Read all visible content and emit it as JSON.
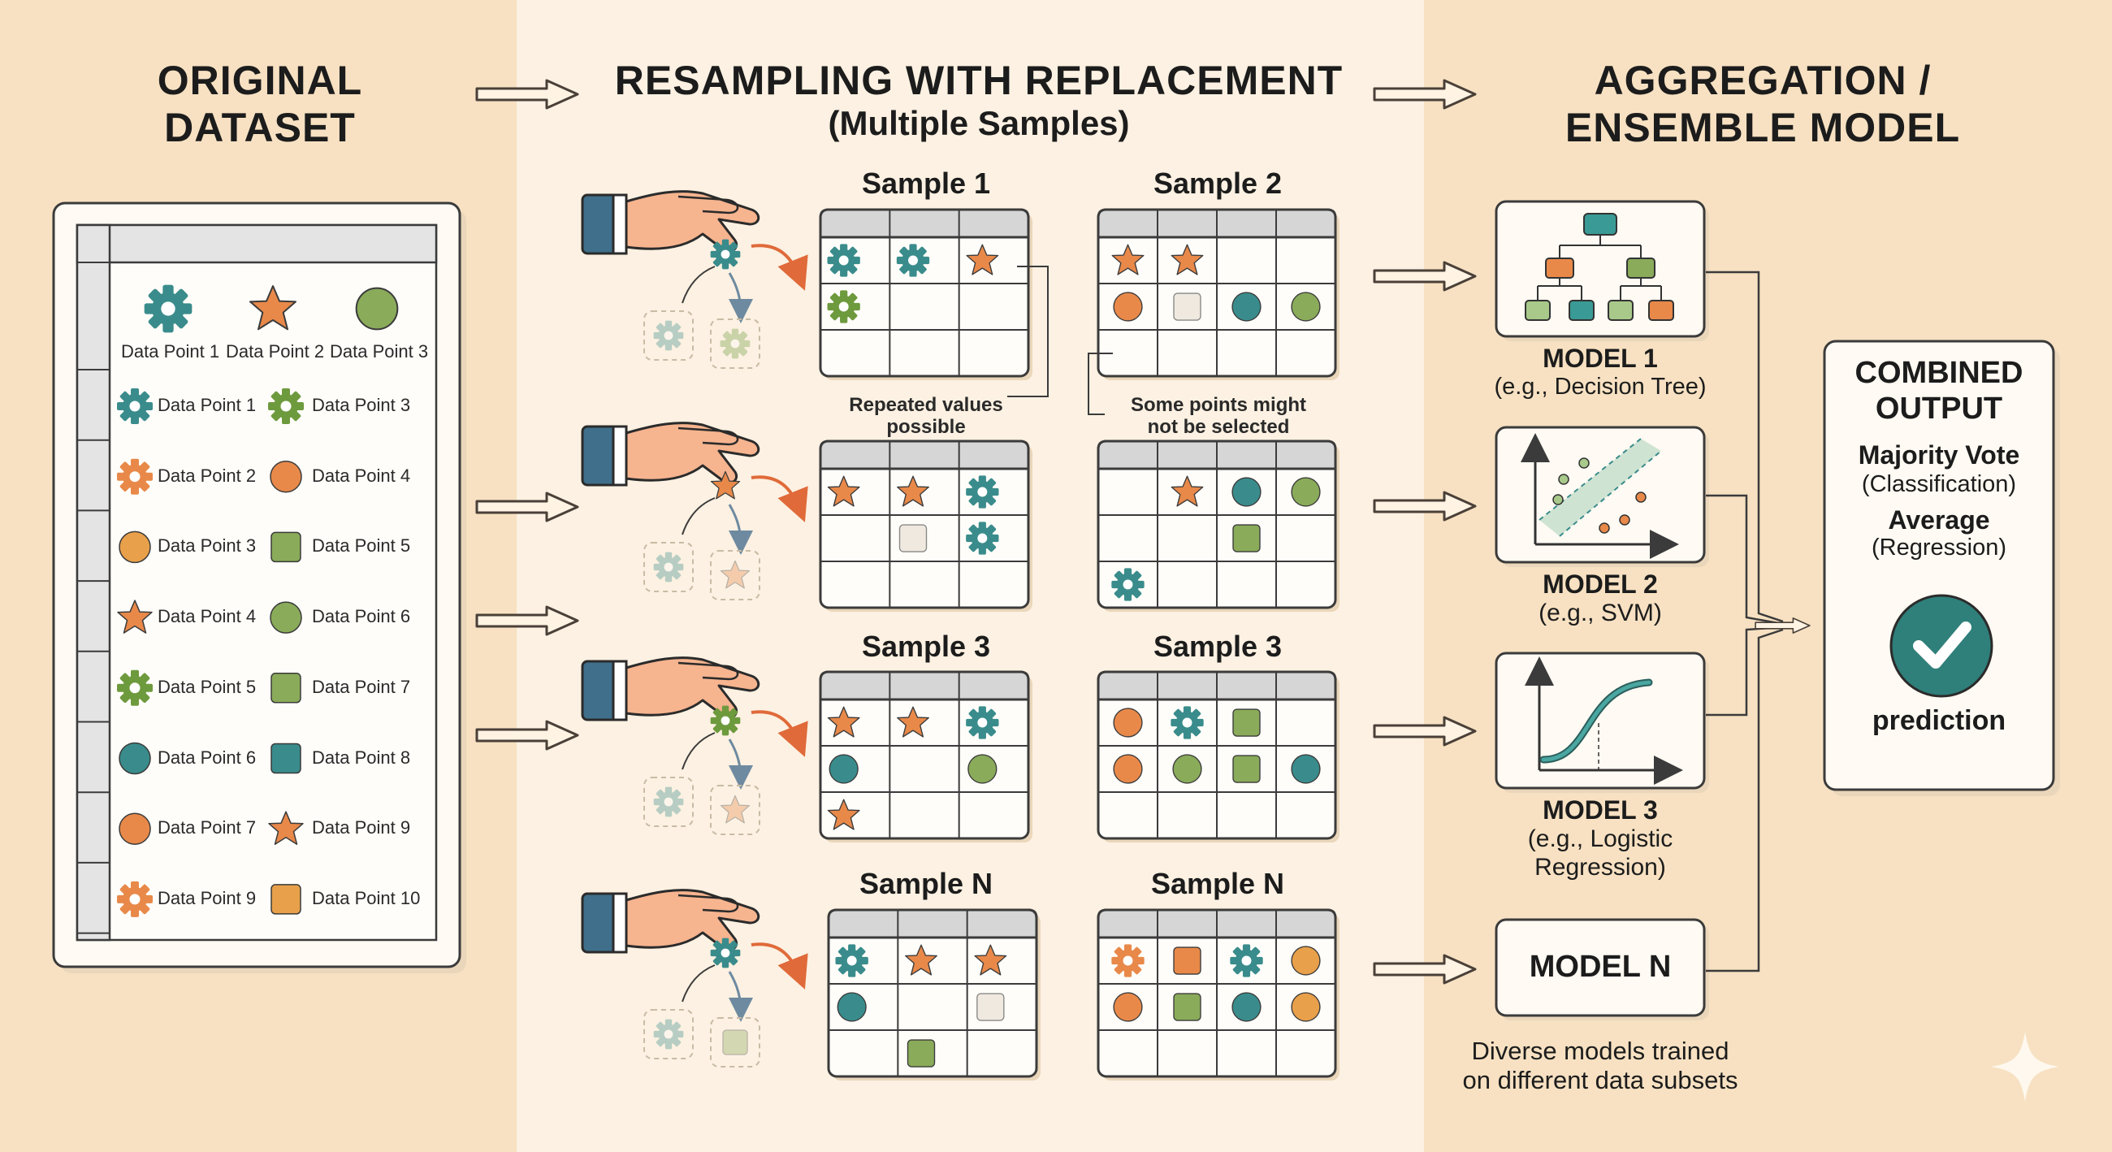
{
  "columns": {
    "original": {
      "title_line1": "ORIGINAL",
      "title_line2": "DATASET"
    },
    "resampling": {
      "title": "RESAMPLING WITH REPLACEMENT",
      "subtitle": "(Multiple Samples)"
    },
    "aggregation": {
      "title_line1": "AGGREGATION /",
      "title_line2": "ENSEMBLE MODEL"
    }
  },
  "dataset": {
    "header_items": [
      "Data Point 1",
      "Data Point 2",
      "Data Point 3"
    ],
    "rows": [
      [
        "Data Point 1",
        "Data Point 3"
      ],
      [
        "Data Point 2",
        "Data Point 4"
      ],
      [
        "Data Point 3",
        "Data Point 5"
      ],
      [
        "Data Point 4",
        "Data Point 6"
      ],
      [
        "Data Point 5",
        "Data Point 7"
      ],
      [
        "Data Point 6",
        "Data Point 8"
      ],
      [
        "Data Point 7",
        "Data Point 9"
      ],
      [
        "Data Point 9",
        "Data Point 10"
      ]
    ]
  },
  "samples": {
    "row1_left": "Sample 1",
    "row1_right": "Sample 2",
    "row3_left": "Sample 3",
    "row3_right": "Sample 3",
    "row4_left": "Sample N",
    "row4_right": "Sample N"
  },
  "notes": {
    "repeated_line1": "Repeated values",
    "repeated_line2": "possible",
    "unselected_line1": "Some points might",
    "unselected_line2": "not be selected"
  },
  "models": [
    {
      "name": "MODEL 1",
      "desc_lines": [
        "(e.g., Decision Tree)"
      ]
    },
    {
      "name": "MODEL 2",
      "desc_lines": [
        "(e.g., SVM)"
      ]
    },
    {
      "name": "MODEL 3",
      "desc_lines": [
        "(e.g., Logistic",
        "Regression)"
      ]
    },
    {
      "name": "MODEL N",
      "desc_lines": []
    }
  ],
  "diverse_note": {
    "line1": "Diverse models trained",
    "line2": "on different data subsets"
  },
  "output": {
    "title_line1": "COMBINED",
    "title_line2": "OUTPUT",
    "method1": "Majority Vote",
    "method1_sub": "(Classification)",
    "method2": "Average",
    "method2_sub": "(Regression)",
    "result": "prediction"
  },
  "colors": {
    "teal": "#3a8c8c",
    "orange": "#e8894a",
    "green": "#8aab5a",
    "gear_green": "#6e9a3e",
    "check": "#2f7f7a"
  }
}
